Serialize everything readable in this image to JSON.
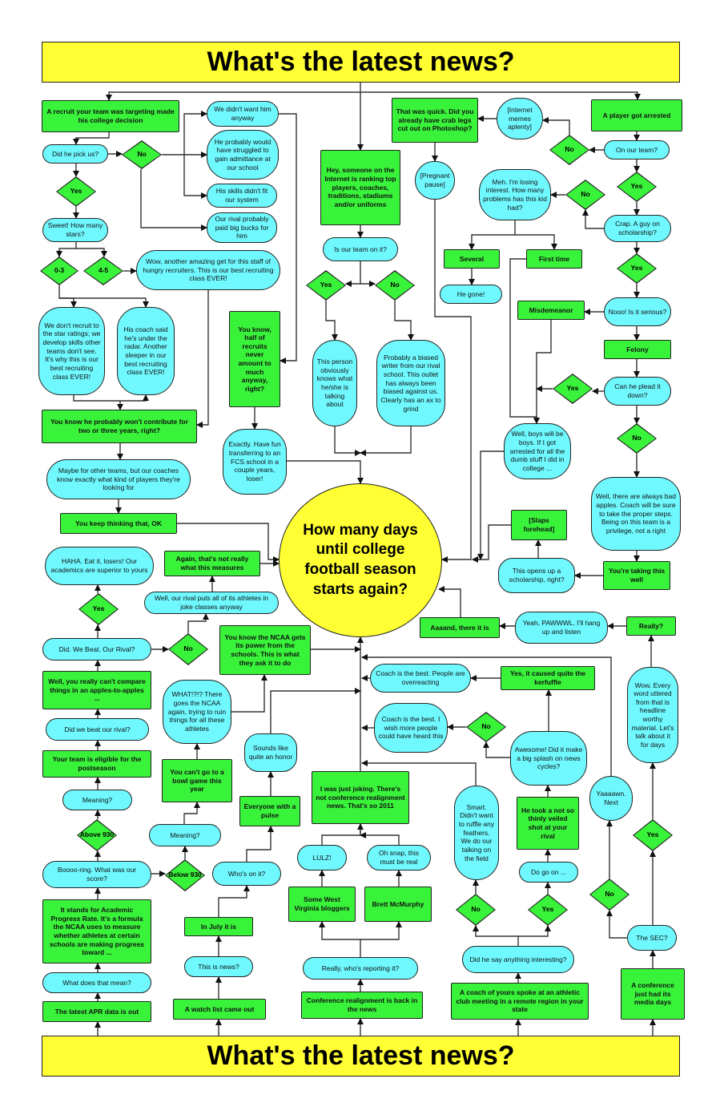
{
  "header_title": "What's the latest news?",
  "footer_title": "What's the latest news?",
  "center": "How many days until college football season starts again?",
  "nodes": [
    "A recruit your team was targeting made his college decision",
    "Did he pick us?",
    "No",
    "Yes",
    "Sweet! How many stars?",
    "0-3",
    "4-5",
    "Wow, another amazing get for this staff of hungry recruiters. This is our best recruiting class EVER!",
    "We don't recruit to the star ratings; we develop skills other teams don't see. It's why this is our best recruiting class EVER!",
    "His coach said he's under the radar. Another sleeper in our best recruiting class EVER!",
    "You know he probably won't contribute for two or three years, right?",
    "Maybe for other teams, but our coaches know exactly what kind of players they're looking for",
    "You keep thinking that, OK",
    "HAHA. Eat it, losers! Our academics are superior to yours",
    "Again, that's not really what this measures",
    "Well, our rival puts all of its athletes in joke classes anyway",
    "Yes",
    "Did. We Beat. Our Rival?",
    "No",
    "Well, you really can't compare things in an apples-to-apples ...",
    "Did we beat our rival?",
    "Your team is eligible for the postseason",
    "Meaning?",
    "Above 930",
    "Boooo-ring. What was our score?",
    "Below 930",
    "It stands for Academic Progress Rate. It's a formula the NCAA uses to measure whether athletes at certain schools are making progress toward ...",
    "What does that mean?",
    "The latest APR data is out",
    "We didn't want him anyway",
    "He probably would have struggled to gain admittance at our school",
    "His skills didn't fit our system",
    "Our rival probably paid big bucks for him",
    "You know, half of recruits never amount to much anyway, right?",
    "Exactly. Have fun transferring to an FCS school in a couple years, loser!",
    "You know the NCAA gets its power from the schools. This is what they ask it to do",
    "WHAT!?!? There goes the NCAA again, trying to ruin things for all these athletes",
    "You can't go to a bowl game this year",
    "Meaning?",
    "Sounds like quite an honor",
    "Everyone with a pulse",
    "Who's on it?",
    "In July it is",
    "This is news?",
    "A watch list came out",
    "Hey, someone on the Internet is ranking top players, coaches, traditions, stadiums and/or uniforms",
    "Is our team on it?",
    "Yes",
    "No",
    "This person obviously knows what he/she is talking about",
    "Probably a biased writer from our rival school. This outlet has always been biased against us. Clearly has an ax to grind",
    "I was just joking. There's not conference realignment news. That's so 2011",
    "LULZ!",
    "Oh snap, this must be real",
    "Some West Virginia bloggers",
    "Brett McMurphy",
    "Really, who's reporting it?",
    "Conference realignment is back in the news",
    "That was quick. Did you already have crab legs cut out on Photoshop?",
    "[Internet memes aplenty]",
    "[Pregnant pause]",
    "Meh. I'm losing interest. How many problems has this kid had?",
    "Several",
    "First time",
    "He gone!",
    "Misdemeanor",
    "Well, boys will be boys. If I got arrested for all the dumb stuff I did in college ...",
    "[Slaps forehead]",
    "This opens up a scholarship, right?",
    "Aaaand, there it is",
    "Yeah, PAWWWL. I'll hang up and listen",
    "Yes, it caused quite the kerfuffle",
    "Coach is the best. People are overreacting",
    "Coach is the best. I wish more people could have heard this",
    "No",
    "Awesome! Did it make a big splash on news cycles?",
    "Smart. Didn't want to ruffle any feathers. We do our talking on the field",
    "He took a not so thinly veiled shot at your rival",
    "Do go on ...",
    "No",
    "Yes",
    "Did he say anything interesting?",
    "A coach of yours spoke at an athletic club meeting in a remote region in your state",
    "A player got arrested",
    "On our team?",
    "No",
    "Yes",
    "No",
    "Crap. A guy on scholarship?",
    "Yes",
    "Nooo! Is it serious?",
    "Felony",
    "Yes",
    "Can he plead it down?",
    "No",
    "Well, there are always bad apples. Coach will be sure to take the proper steps. Being on this team is a privilege, not a right",
    "You're taking this well",
    "Really?",
    "Wow. Every word uttered from that is headline worthy material. Let's talk about it for days",
    "Yaaaawn. Next",
    "Yes",
    "No",
    "The SEC?",
    "A conference just had its media days"
  ]
}
